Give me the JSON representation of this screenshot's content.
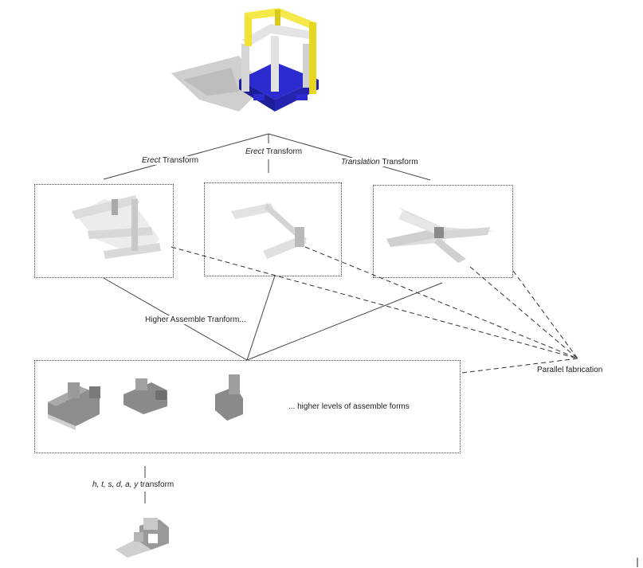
{
  "labels": {
    "erect_left_em": "Erect",
    "erect_left_rest": " Transform",
    "erect_mid_em": "Erect",
    "erect_mid_rest": " Transform",
    "translation_em": "Translation",
    "translation_rest": " Transform",
    "higher_assemble": "Higher Assemble Tranform...",
    "parallel": "Parallel fabrication",
    "higher_levels": "...  higher levels of assemble forms",
    "transform_vars": "h, t, s, d, a, y",
    "transform_word": " transform"
  },
  "colors": {
    "yellow": "#f1e233",
    "blue": "#2b2bd0",
    "grey_block": "#dcdcdc",
    "dark_block": "#8a8a8a",
    "shadow": "#c9c9c9"
  }
}
